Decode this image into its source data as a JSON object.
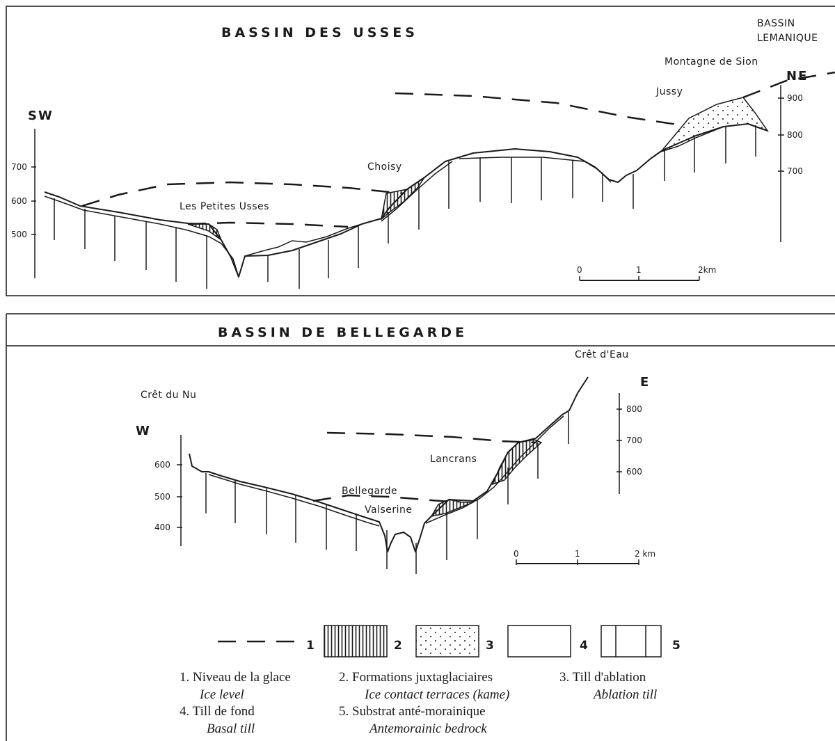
{
  "top_section": {
    "title": "BASSIN DES USSES",
    "corner_label": [
      "BASSIN",
      "LEMANIQUE"
    ],
    "direction_left": "SW",
    "direction_right": "NE",
    "places": {
      "montagne_de_sion": "Montagne de Sion",
      "jussy": "Jussy",
      "choisy": "Choisy",
      "les_petites_usses": "Les Petites Usses"
    },
    "left_axis_ticks": [
      "700",
      "600",
      "500"
    ],
    "right_axis_ticks": [
      "900",
      "800",
      "700"
    ],
    "scale": {
      "start": "0",
      "mid": "1",
      "end": "2km"
    }
  },
  "bottom_section": {
    "title": "BASSIN DE BELLEGARDE",
    "direction_left": "W",
    "direction_right": "E",
    "places": {
      "cret_deau": "Crêt d'Eau",
      "cret_du_nu": "Crêt du Nu",
      "lancrans": "Lancrans",
      "bellegarde": "Bellegarde",
      "valserine": "Valserine"
    },
    "left_axis_ticks": [
      "600",
      "500",
      "400"
    ],
    "right_axis_ticks": [
      "800",
      "700",
      "600"
    ],
    "scale": {
      "start": "0",
      "mid": "1",
      "end": "2 km"
    }
  },
  "legend": {
    "keys": [
      "1",
      "2",
      "3",
      "4",
      "5"
    ],
    "items": [
      {
        "label_fr": "1. Niveau de la glace",
        "label_en": "Ice level"
      },
      {
        "label_fr": "2. Formations juxtaglaciaires",
        "label_en": "Ice contact terraces (kame)"
      },
      {
        "label_fr": "3. Till d'ablation",
        "label_en": "Ablation till"
      },
      {
        "label_fr": "4. Till de fond",
        "label_en": "Basal till"
      },
      {
        "label_fr": "5. Substrat anté-morainique",
        "label_en": "Antemorainic bedrock"
      }
    ]
  }
}
